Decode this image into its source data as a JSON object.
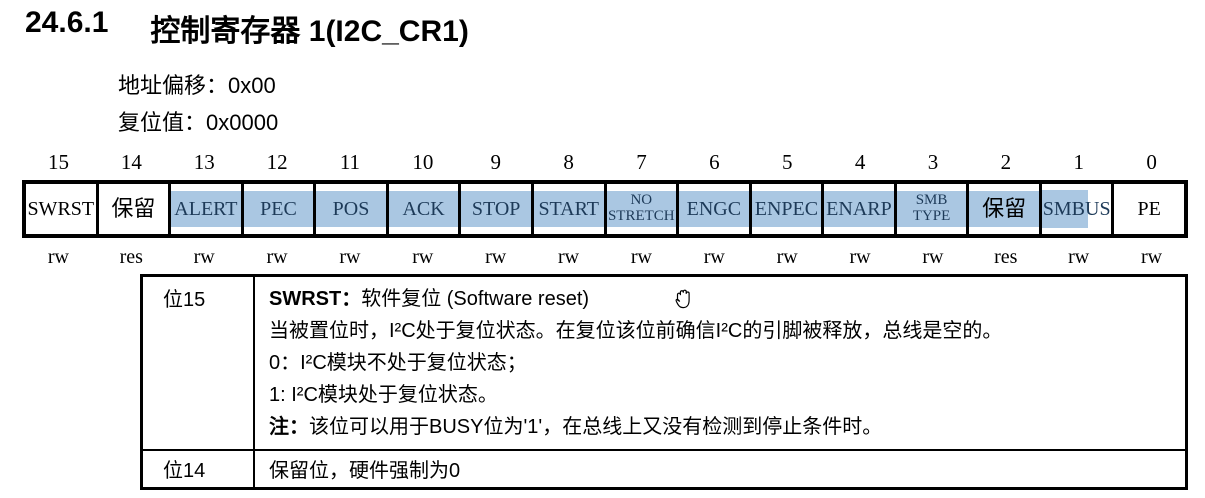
{
  "page": {
    "section_number": "24.6.1",
    "section_title": "控制寄存器 1(I2C_CR1)"
  },
  "meta": {
    "address_offset_label": "地址偏移：",
    "address_offset_value": "0x00",
    "reset_value_label": "复位值：",
    "reset_value_value": "0x0000"
  },
  "register": {
    "highlight_color": "#aac7e2",
    "bits": [
      {
        "bit": "15",
        "name": "SWRST",
        "access": "rw"
      },
      {
        "bit": "14",
        "name": "保留",
        "access": "res"
      },
      {
        "bit": "13",
        "name": "ALERT",
        "access": "rw"
      },
      {
        "bit": "12",
        "name": "PEC",
        "access": "rw"
      },
      {
        "bit": "11",
        "name": "POS",
        "access": "rw"
      },
      {
        "bit": "10",
        "name": "ACK",
        "access": "rw"
      },
      {
        "bit": "9",
        "name": "STOP",
        "access": "rw"
      },
      {
        "bit": "8",
        "name": "START",
        "access": "rw"
      },
      {
        "bit": "7",
        "name": "NO STRETCH",
        "access": "rw"
      },
      {
        "bit": "6",
        "name": "ENGC",
        "access": "rw"
      },
      {
        "bit": "5",
        "name": "ENPEC",
        "access": "rw"
      },
      {
        "bit": "4",
        "name": "ENARP",
        "access": "rw"
      },
      {
        "bit": "3",
        "name": "SMB TYPE",
        "access": "rw"
      },
      {
        "bit": "2",
        "name": "保留",
        "access": "res"
      },
      {
        "bit": "1",
        "name": "SMBUS",
        "access": "rw"
      },
      {
        "bit": "0",
        "name": "PE",
        "access": "rw"
      }
    ]
  },
  "description_table": {
    "rows": [
      {
        "bit_label": "位15",
        "title_bold": "SWRST：",
        "title_rest": "软件复位 (Software reset)",
        "line2": "当被置位时，I²C处于复位状态。在复位该位前确信I²C的引脚被释放，总线是空的。",
        "line3": "0：I²C模块不处于复位状态；",
        "line4": "1: I²C模块处于复位状态。",
        "note_bold": "注：",
        "note_rest": "该位可以用于BUSY位为'1'，在总线上又没有检测到停止条件时。"
      },
      {
        "bit_label": "位14",
        "text": "保留位，硬件强制为0"
      }
    ]
  },
  "icons": {
    "cursor": "hand-cursor"
  }
}
